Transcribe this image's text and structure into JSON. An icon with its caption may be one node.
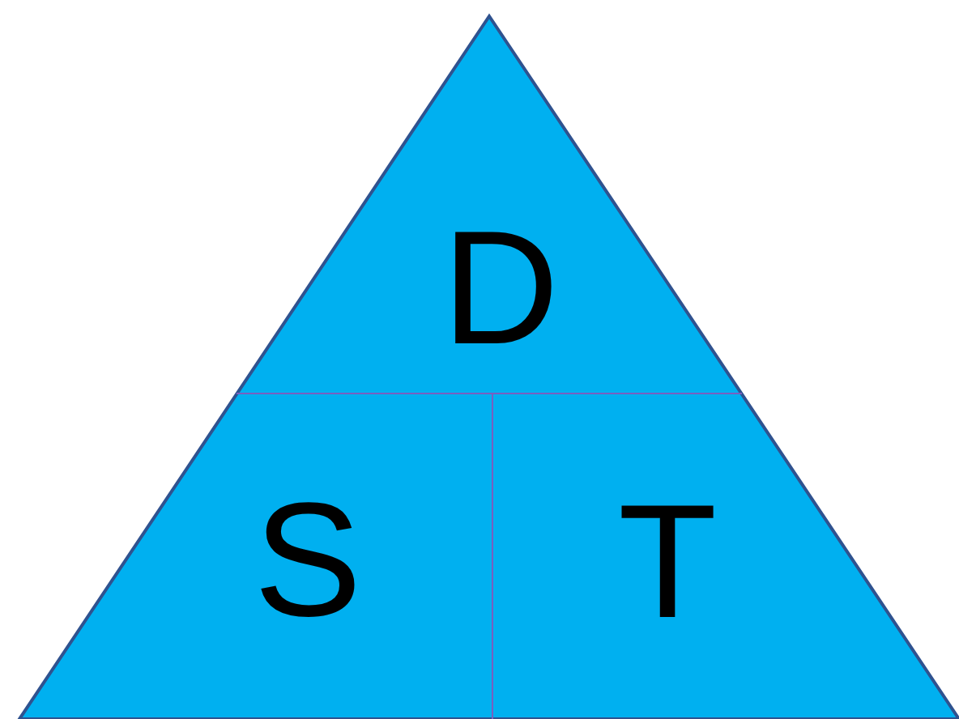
{
  "diagram": {
    "nodes": [
      {
        "text": [
          "D"
        ]
      },
      {
        "text": [
          "S"
        ]
      },
      {
        "text": [
          "T"
        ]
      }
    ],
    "edges": []
  }
}
